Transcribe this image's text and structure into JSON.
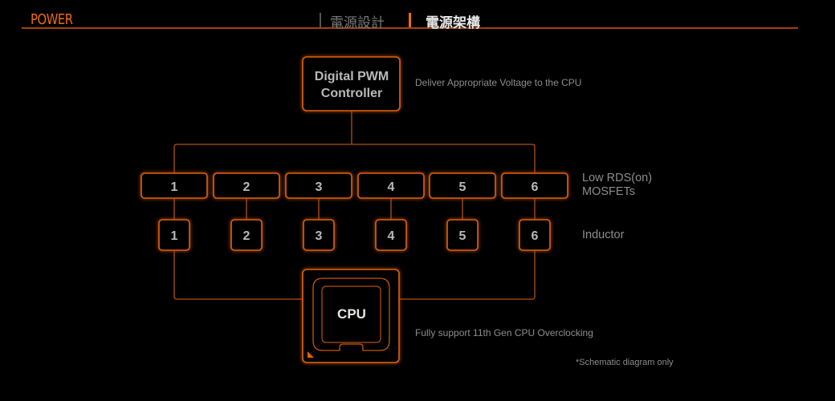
{
  "header": {
    "title": "POWER",
    "tabs": [
      {
        "label": "電源設計",
        "active": false
      },
      {
        "label": "電源架構",
        "active": true
      }
    ]
  },
  "colors": {
    "accent": "#f06a0f",
    "line": "#b4500f",
    "text": "#8d8d8d"
  },
  "diagram": {
    "controller": {
      "line1": "Digital PWM",
      "line2": "Controller",
      "note": "Deliver Appropriate Voltage to the CPU"
    },
    "mosfets": {
      "items": [
        "1",
        "2",
        "3",
        "4",
        "5",
        "6"
      ],
      "label_line1": "Low RDS(on)",
      "label_line2": "MOSFETs"
    },
    "inductors": {
      "items": [
        "1",
        "2",
        "3",
        "4",
        "5",
        "6"
      ],
      "label": "Inductor"
    },
    "cpu": {
      "label": "CPU",
      "note": "Fully support 11th Gen CPU Overclocking"
    },
    "footnote": "*Schematic diagram only"
  }
}
